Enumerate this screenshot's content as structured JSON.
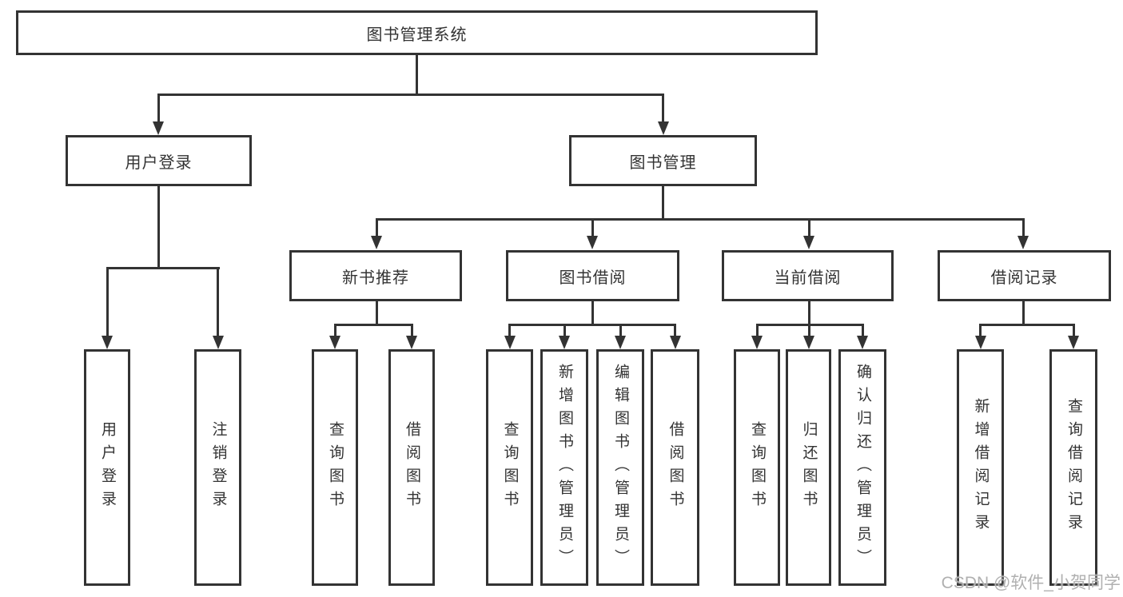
{
  "colors": {
    "line": "#333333",
    "text": "#333333",
    "box_fill": "#ffffff",
    "watermark": "#b0b0b0",
    "background": "#ffffff"
  },
  "watermark": {
    "text": "CSDN @软件_小贺同学"
  },
  "tree": {
    "root": {
      "label": "图书管理系统"
    },
    "branches": [
      {
        "label": "用户登录",
        "children": [
          {
            "label": "用户登录"
          },
          {
            "label": "注销登录"
          }
        ]
      },
      {
        "label": "图书管理",
        "sections": [
          {
            "label": "新书推荐",
            "children": [
              {
                "label": "查询图书"
              },
              {
                "label": "借阅图书"
              }
            ]
          },
          {
            "label": "图书借阅",
            "children": [
              {
                "label": "查询图书"
              },
              {
                "label": "新增图书（管理员）"
              },
              {
                "label": "编辑图书（管理员）"
              },
              {
                "label": "借阅图书"
              }
            ]
          },
          {
            "label": "当前借阅",
            "children": [
              {
                "label": "查询图书"
              },
              {
                "label": "归还图书"
              },
              {
                "label": "确认归还（管理员）"
              }
            ]
          },
          {
            "label": "借阅记录",
            "children": [
              {
                "label": "新增借阅记录"
              },
              {
                "label": "查询借阅记录"
              }
            ]
          }
        ]
      }
    ]
  }
}
